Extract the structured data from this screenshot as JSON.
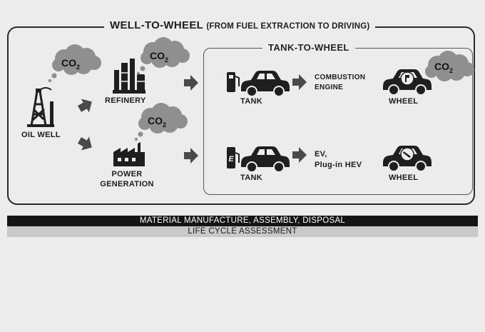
{
  "title": {
    "main": "WELL-TO-WHEEL",
    "sub": "(FROM FUEL EXTRACTION TO DRIVING)"
  },
  "inner_title": "TANK-TO-WHEEL",
  "co2": {
    "base": "CO",
    "subscript": "2"
  },
  "stages": {
    "oil_well": "OIL WELL",
    "refinery": "REFINERY",
    "power_generation_line1": "POWER",
    "power_generation_line2": "GENERATION",
    "tank_fuel": "TANK",
    "tank_electric": "TANK",
    "combustion_line1": "COMBUSTION",
    "combustion_line2": "ENGINE",
    "ev_line1": "EV,",
    "ev_line2": "Plug-in HEV",
    "wheel_combustion": "WHEEL",
    "wheel_electric": "WHEEL"
  },
  "bars": {
    "manufacture": "MATERIAL MANUFACTURE, ASSEMBLY, DISPOSAL",
    "lca": "LIFE CYCLE ASSESSMENT"
  },
  "colors": {
    "frame": "#2a2a2a",
    "cloud": "#8f8f8f",
    "icon": "#1f1f1f",
    "arrow": "#4a4a4a",
    "dark_bar": "#151515",
    "light_bar": "#c9c9c9"
  }
}
